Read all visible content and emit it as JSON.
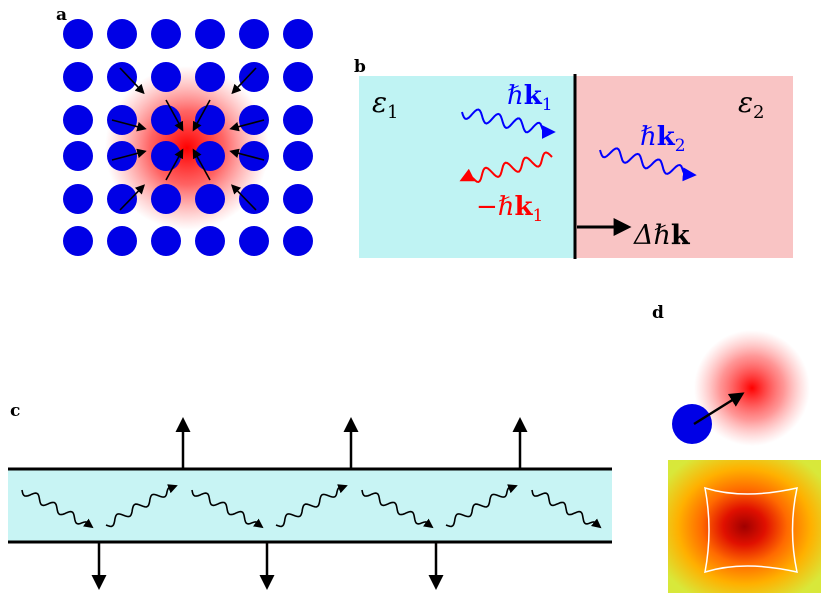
{
  "panels": {
    "a": {
      "label": "a"
    },
    "b": {
      "label": "b",
      "eps1": {
        "sym": "ε",
        "sub": "1"
      },
      "eps2": {
        "sym": "ε",
        "sub": "2"
      },
      "k1": {
        "hbar": "ℏ",
        "k": "k",
        "sub": "1"
      },
      "k2": {
        "hbar": "ℏ",
        "k": "k",
        "sub": "2"
      },
      "minus_k1": {
        "prefix": "−ℏ",
        "k": "k",
        "sub": "1"
      },
      "delta_k": {
        "prefix": "Δℏ",
        "k": "k"
      }
    },
    "c": {
      "label": "c"
    },
    "d": {
      "label": "d"
    }
  },
  "colors": {
    "atom_blue": "#0000e6",
    "glow_red": "#ff0000",
    "medium1": "#bff3f3",
    "medium2": "#f9c4c4",
    "wave_blue": "#0000ff",
    "wave_red": "#ff0000",
    "waveguide": "#c8f4f4",
    "field_outer": "#d8e83a",
    "field_mid": "#ff8a00",
    "field_core": "#a00000"
  },
  "icons": {
    "atom": "blue-disc",
    "photon": "wavy-arrow",
    "force": "straight-arrow"
  }
}
